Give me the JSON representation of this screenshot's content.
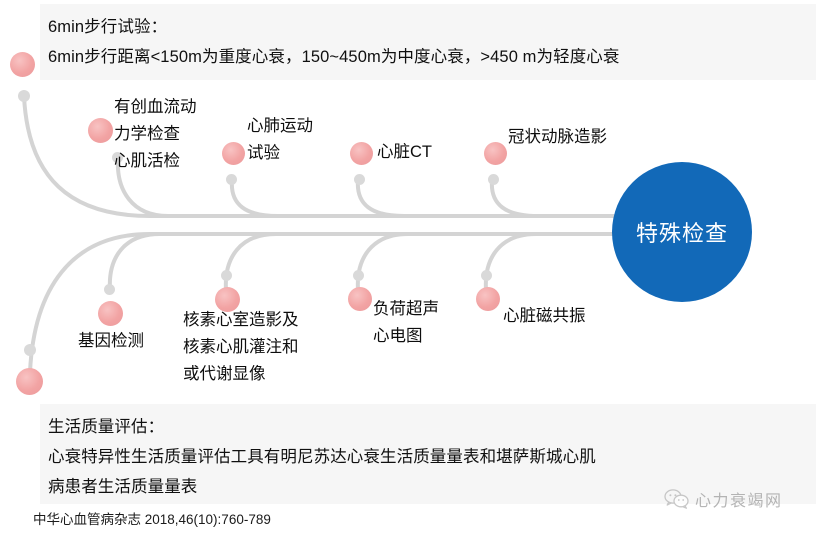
{
  "top_panel": {
    "lines": [
      "6min步行试验：",
      "6min步行距离<150m为重度心衰，150~450m为中度心衰，>450 m为轻度心衰"
    ]
  },
  "hub": {
    "label": "特殊检查",
    "color": "#1269b8"
  },
  "upper_nodes": [
    {
      "lines": [
        "有创血流动",
        "力学检查",
        "心肌活检"
      ]
    },
    {
      "lines": [
        "心肺运动",
        "试验"
      ]
    },
    {
      "lines": [
        "心脏CT"
      ]
    },
    {
      "lines": [
        "冠状动脉造影"
      ]
    }
  ],
  "lower_nodes": [
    {
      "lines": [
        "基因检测"
      ]
    },
    {
      "lines": [
        "核素心室造影及",
        "核素心肌灌注和",
        "或代谢显像"
      ]
    },
    {
      "lines": [
        "负荷超声",
        "心电图"
      ]
    },
    {
      "lines": [
        "心脏磁共振"
      ]
    }
  ],
  "bottom_panel": {
    "lines": [
      "生活质量评估：",
      "心衰特异性生活质量评估工具有明尼苏达心衰生活质量量表和堪萨斯城心肌",
      "病患者生活质量量表"
    ]
  },
  "citation": "中华心血管病杂志  2018,46(10):760-789",
  "watermark": {
    "text": "心力衰竭网",
    "icon": "wechat-icon"
  },
  "palette": {
    "node_pink": "#f2a3a3",
    "wire_gray": "#d2d2d2",
    "panel_bg": "#f6f6f6",
    "hub_blue": "#1269b8"
  }
}
